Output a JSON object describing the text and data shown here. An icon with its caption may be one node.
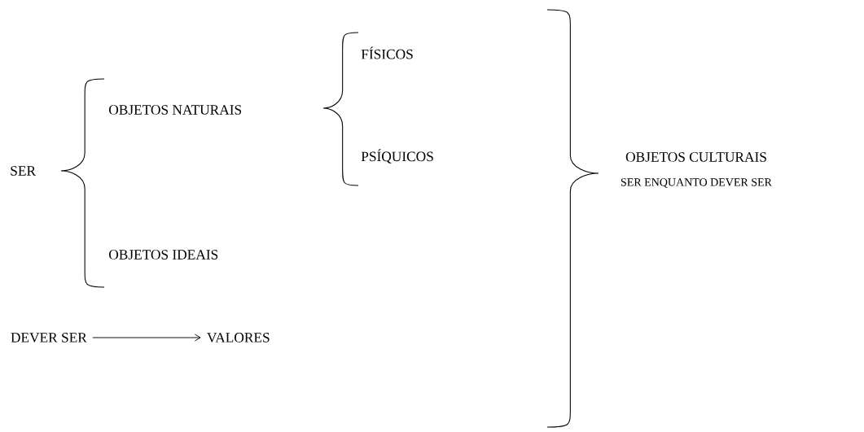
{
  "diagram": {
    "nodes": [
      {
        "text": [
          "DEVER SER"
        ]
      },
      {
        "text": [
          "VALORES"
        ]
      }
    ],
    "edges": [
      {
        "from": 0,
        "to": 1,
        "arrow": "to"
      }
    ],
    "labels": [
      "FÍSICOS",
      "OBJETOS NATURAIS",
      "SER",
      "PSÍQUICOS",
      "OBJETOS CULTURAIS",
      "SER ENQUANTO DEVER SER",
      "OBJETOS IDEAIS"
    ]
  }
}
